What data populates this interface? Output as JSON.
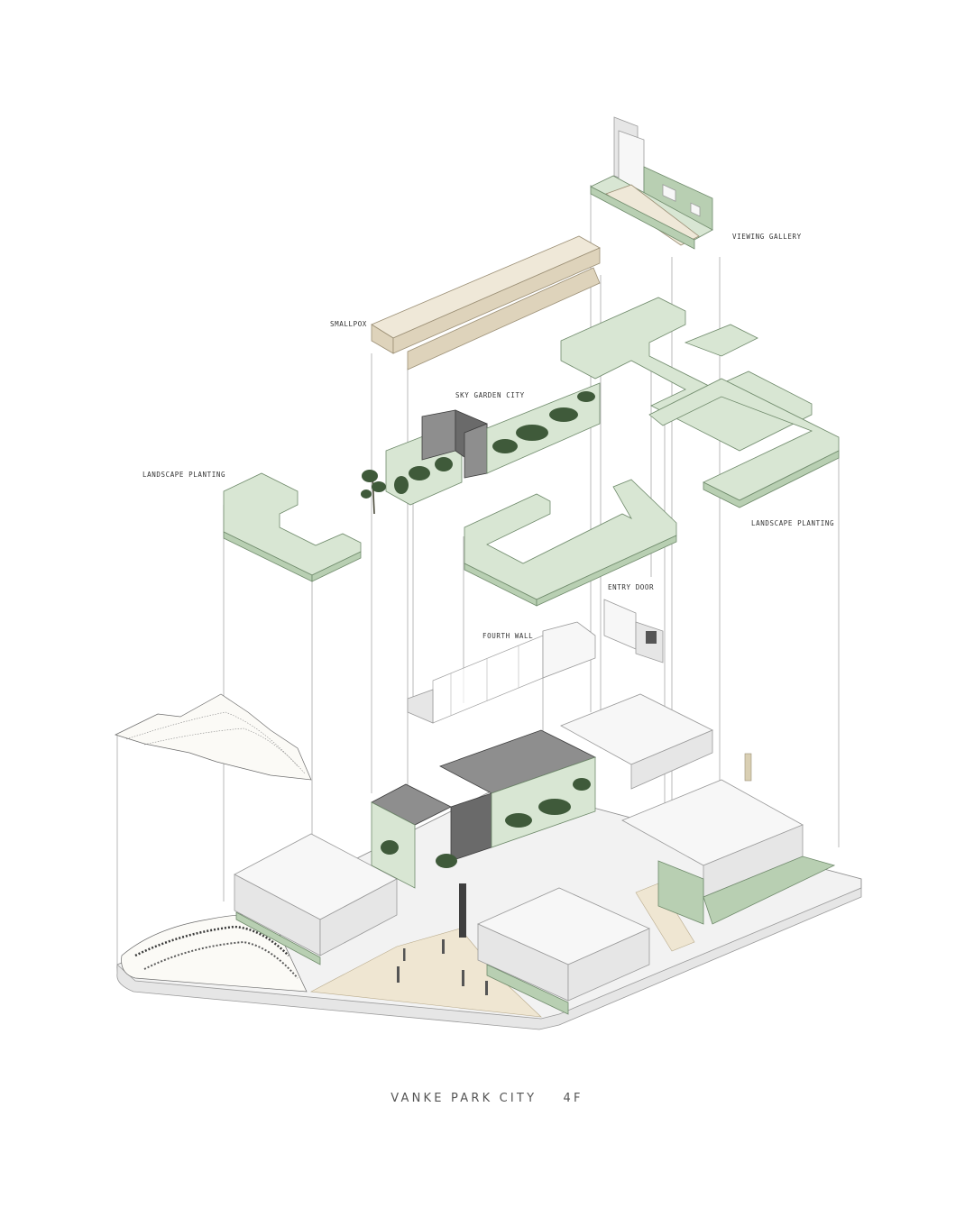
{
  "title": "VANKE PARK CITY    4F",
  "labels": {
    "viewing_gallery": "VIEWING GALLERY",
    "smallpox": "SMALLPOX",
    "sky_garden_city": "SKY GARDEN CITY",
    "landscape_planting_left": "LANDSCAPE PLANTING",
    "landscape_planting_right": "LANDSCAPE PLANTING",
    "entry_door": "ENTRY DOOR",
    "fourth_wall": "FOURTH WALL"
  },
  "colors": {
    "green": "#d8e6d3",
    "dark_volume": "#8e8e8e",
    "beige": "#efe8d8",
    "foliage": "#3f5a3a"
  }
}
